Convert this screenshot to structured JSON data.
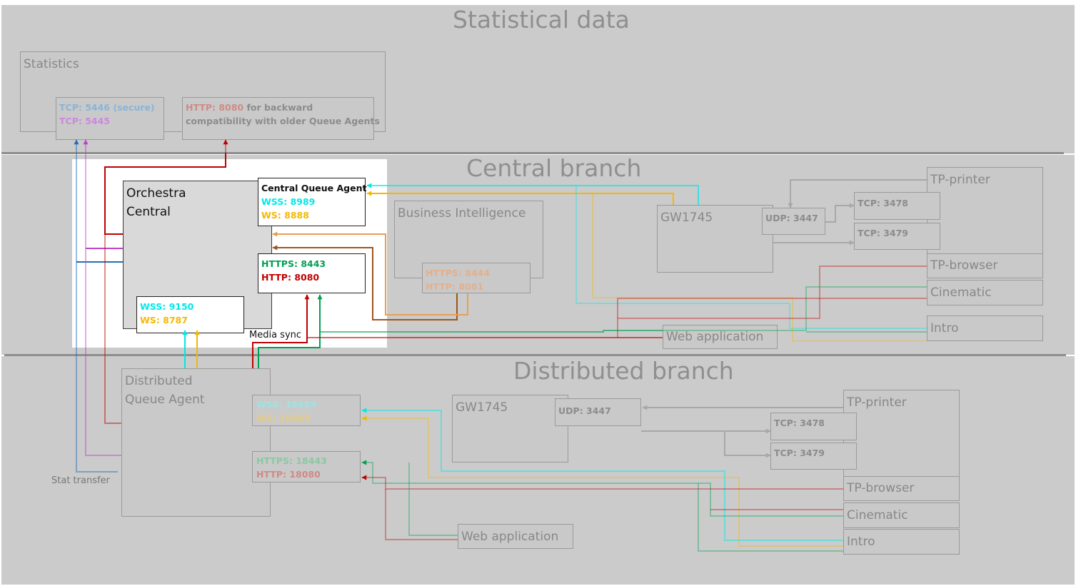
{
  "zones": {
    "statistical": "Statistical data",
    "central": "Central branch",
    "distributed": "Distributed branch"
  },
  "statistics": {
    "title": "Statistics",
    "tcp_secure": "TCP: 5446 (secure)",
    "tcp": "TCP: 5445",
    "http_port": "HTTP: 8080",
    "http_note_1": "for backward",
    "http_note_2": "compatibility with older Queue Agents"
  },
  "central": {
    "orchestra_1": "Orchestra",
    "orchestra_2": "Central",
    "cqa_title": "Central Queue Agent",
    "cqa_wss": "WSS: 8989",
    "cqa_ws": "WS: 8888",
    "https": "HTTPS: 8443",
    "http": "HTTP: 8080",
    "wss": "WSS: 9150",
    "ws": "WS: 8787",
    "media_sync": "Media sync",
    "bi_title": "Business Intelligence",
    "bi_https": "HTTPS: 8444",
    "bi_http": "HTTP: 8081",
    "gw": "GW1745",
    "udp": "UDP: 3447",
    "tcp1": "TCP: 3478",
    "tcp2": "TCP: 3479",
    "tp_printer": "TP-printer",
    "tp_browser": "TP-browser",
    "cinematic": "Cinematic",
    "web_app": "Web application",
    "intro": "Intro"
  },
  "distributed": {
    "dqa_1": "Distributed",
    "dqa_2": "Queue Agent",
    "stat_transfer": "Stat transfer",
    "wss": "WSS: 18989",
    "ws": "WS: 18888",
    "https": "HTTPS: 18443",
    "http": "HTTP: 18080",
    "gw": "GW1745",
    "udp": "UDP: 3447",
    "tcp1": "TCP: 3478",
    "tcp2": "TCP: 3479",
    "tp_printer": "TP-printer",
    "tp_browser": "TP-browser",
    "cinematic": "Cinematic",
    "intro": "Intro",
    "web_app": "Web application"
  },
  "colors": {
    "background": "#cbcbcb",
    "highlight": "#ffffff",
    "cyan": "#00e8e8",
    "gold": "#f5b800",
    "green": "#00a050",
    "red": "#c00000",
    "blue": "#1f6fb8",
    "purple": "#c040c8",
    "brown": "#a0561c",
    "orange": "#e8a050"
  }
}
